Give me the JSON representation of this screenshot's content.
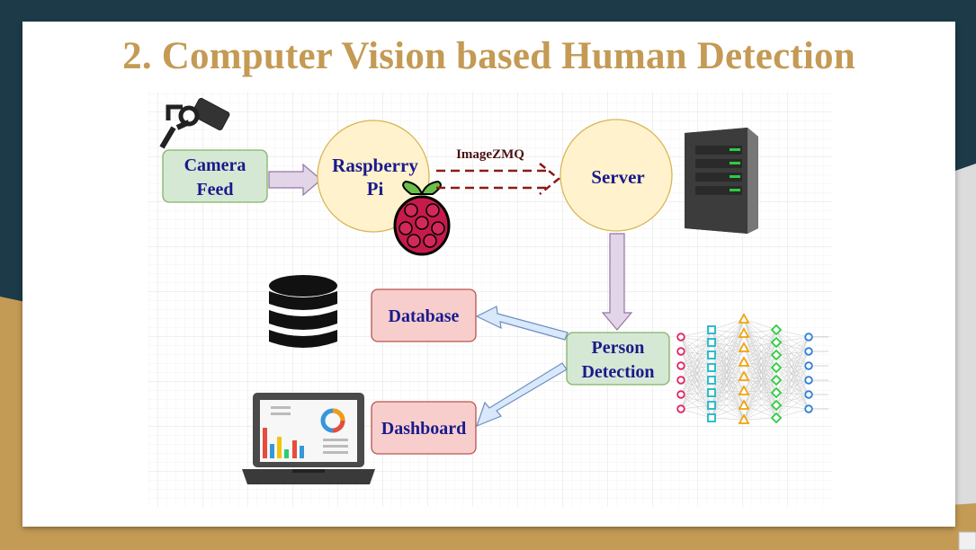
{
  "slide": {
    "title": "2. Computer Vision based Human Detection"
  },
  "diagram": {
    "nodes": {
      "camera_feed": [
        "Camera",
        "Feed"
      ],
      "raspberry_pi": [
        "Raspberry",
        "Pi"
      ],
      "server": "Server",
      "database": "Database",
      "person_detection": [
        "Person",
        "Detection"
      ],
      "dashboard": "Dashboard"
    },
    "edge_labels": {
      "pi_to_server": "ImageZMQ"
    }
  },
  "colors": {
    "title": "#c49a54",
    "navy_background": "#1c3a48",
    "gold_accent": "#c39b55",
    "green_box_fill": "#d5e8d4",
    "green_box_stroke": "#82b366",
    "yellow_circle_fill": "#fff2cc",
    "yellow_circle_stroke": "#d6b656",
    "red_box_fill": "#f8cecc",
    "red_box_stroke": "#b85450",
    "node_text": "#1a1a8c",
    "purple_arrow": "#e1d5e7",
    "blue_arrow": "#dae8fc",
    "dashed_arrow": "#8b1a1a"
  },
  "icons": [
    "cctv-camera-icon",
    "raspberry-pi-logo-icon",
    "server-rack-icon",
    "database-icon",
    "laptop-dashboard-icon",
    "neural-network-icon"
  ]
}
